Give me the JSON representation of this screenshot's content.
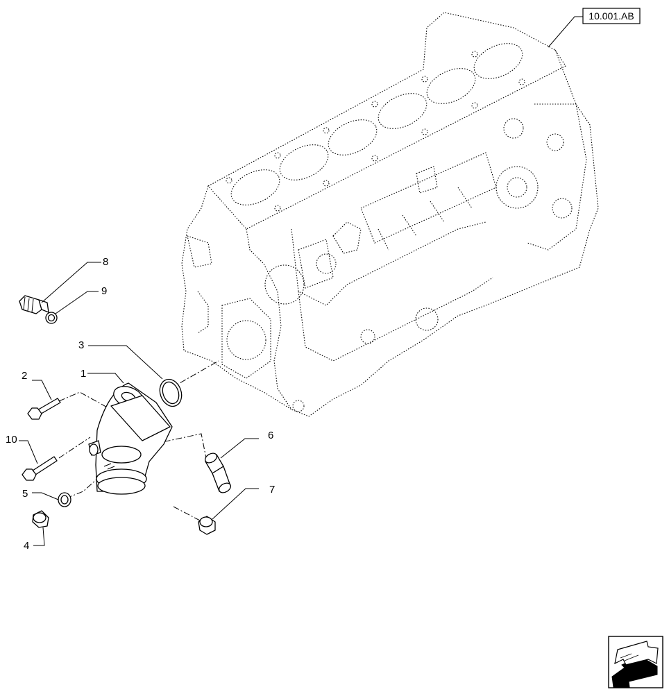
{
  "reference": {
    "label": "10.001.AB"
  },
  "callouts": [
    {
      "id": "1",
      "text": "1"
    },
    {
      "id": "2",
      "text": "2"
    },
    {
      "id": "3",
      "text": "3"
    },
    {
      "id": "4",
      "text": "4"
    },
    {
      "id": "5",
      "text": "5"
    },
    {
      "id": "6",
      "text": "6"
    },
    {
      "id": "7",
      "text": "7"
    },
    {
      "id": "8",
      "text": "8"
    },
    {
      "id": "9",
      "text": "9"
    },
    {
      "id": "10",
      "text": "10"
    }
  ],
  "nav": {
    "icon": "arrow-back-icon"
  }
}
